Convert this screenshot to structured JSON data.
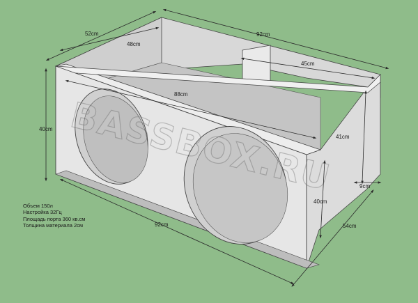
{
  "dimensions": {
    "top_depth": "52cm",
    "top_width": "92cm",
    "inner_depth": "48cm",
    "port_width": "45cm",
    "inner_width": "88cm",
    "front_height": "40cm",
    "port_height": "41cm",
    "port_gap": "9cm",
    "side_height": "40cm",
    "bottom_width": "92cm",
    "side_depth": "54cm"
  },
  "watermark": "BASSBOX.RU",
  "specs": [
    "Объем 150л",
    "Настройка 32Гц",
    "Площадь порта 360 кв.см",
    "Толщина материала 2см"
  ],
  "colors": {
    "background": "#8fbc8a",
    "panel": "#e6e6e6",
    "panel_shade": "#cccccc",
    "edge": "#444444",
    "dim_line": "#2a2a2a"
  }
}
